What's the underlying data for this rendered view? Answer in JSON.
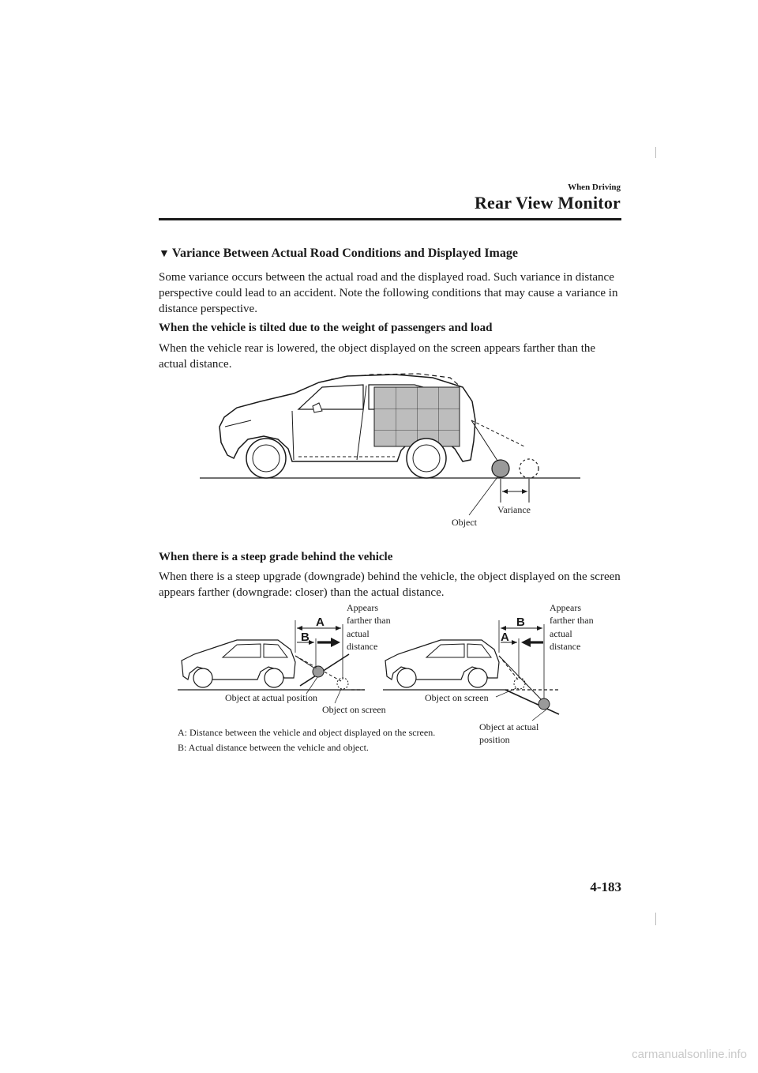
{
  "header": {
    "section": "When Driving",
    "title": "Rear View Monitor"
  },
  "section": {
    "title": "Variance Between Actual Road Conditions and Displayed Image",
    "intro": "Some variance occurs between the actual road and the displayed road. Such variance in distance perspective could lead to an accident. Note the following conditions that may cause a variance in distance perspective."
  },
  "case1": {
    "heading": "When the vehicle is tilted due to the weight of passengers and load",
    "body": "When the vehicle rear is lowered, the object displayed on the screen appears farther than the actual distance.",
    "figure": {
      "variance_label": "Variance",
      "object_label": "Object"
    }
  },
  "case2": {
    "heading": "When there is a steep grade behind the vehicle",
    "body": "When there is a steep upgrade (downgrade) behind the vehicle, the object displayed on the screen appears farther (downgrade: closer) than the actual distance.",
    "figure": {
      "left": {
        "letter_top": "A",
        "letter_bottom": "B",
        "appears_lines": [
          "Appears",
          "farther than",
          "actual",
          "distance"
        ],
        "actual_position": "Object at actual position",
        "on_screen": "Object on screen"
      },
      "right": {
        "letter_top": "B",
        "letter_bottom": "A",
        "appears_lines": [
          "Appears",
          "farther than",
          "actual",
          "distance"
        ],
        "on_screen": "Object on screen",
        "actual_position_lines": [
          "Object at actual",
          "position"
        ]
      },
      "legend": {
        "a": "A: Distance between the vehicle and object displayed on the screen.",
        "b": "B: Actual distance between the vehicle and object."
      }
    }
  },
  "page_number": "4-183",
  "watermark": "carmanualsonline.info",
  "colors": {
    "ink": "#1a1a1a",
    "grid_fill": "#bdbdbd",
    "object_fill": "#9a9a9a",
    "watermark": "#c9c9c9"
  }
}
